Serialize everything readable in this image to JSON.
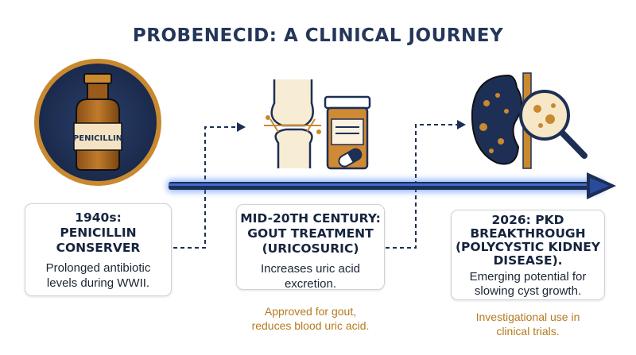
{
  "title": "PROBENECID: A CLINICAL JOURNEY",
  "icons": {
    "bottle_label": "PENICILLIN",
    "stage1": "penicillin-bottle-icon",
    "stage2": "joint-and-pill-bottle-icon",
    "stage3": "kidney-magnifier-icon"
  },
  "stages": [
    {
      "heading_lines": [
        "1940s:",
        "PENICILLIN",
        "CONSERVER"
      ],
      "body_lines": [
        "Prolonged antibiotic",
        "levels during WWII."
      ]
    },
    {
      "heading_lines": [
        "MID-20TH CENTURY:",
        "GOUT TREATMENT",
        "(URICOSURIC)"
      ],
      "body_lines": [
        "Increases uric acid",
        "excretion."
      ],
      "note_lines": [
        "Approved for gout,",
        "reduces blood uric acid."
      ]
    },
    {
      "heading_lines": [
        "2026: PKD",
        "BREAKTHROUGH",
        "(POLYCYSTIC KIDNEY",
        "DISEASE)."
      ],
      "body_lines": [
        "Emerging potential for",
        "slowing cyst growth."
      ],
      "note_lines": [
        "Investigational use in",
        "clinical trials."
      ]
    }
  ],
  "colors": {
    "navy": "#1e2f55",
    "gold": "#c9892f",
    "glow": "#3a7bff",
    "note": "#b57a1e"
  }
}
